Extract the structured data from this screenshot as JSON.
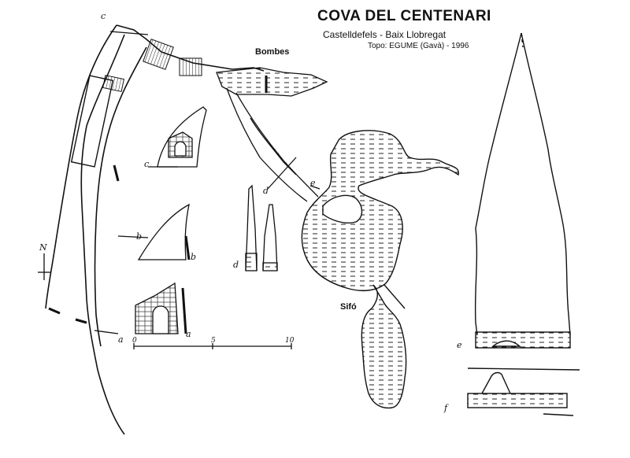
{
  "map": {
    "title": "COVA DEL CENTENARI",
    "subtitle": "Castelldefels - Baix Llobregat",
    "credit": "Topo: EGUME (Gavà) - 1996",
    "labels": {
      "bombes": "Bombes",
      "sifo": "Sifó",
      "north": "N"
    },
    "sections": {
      "a": "a",
      "b": "b",
      "c": "c",
      "d": "d",
      "e": "e",
      "f": "f"
    },
    "scale": {
      "ticks": [
        "0",
        "5",
        "10"
      ],
      "unit": "m"
    }
  }
}
